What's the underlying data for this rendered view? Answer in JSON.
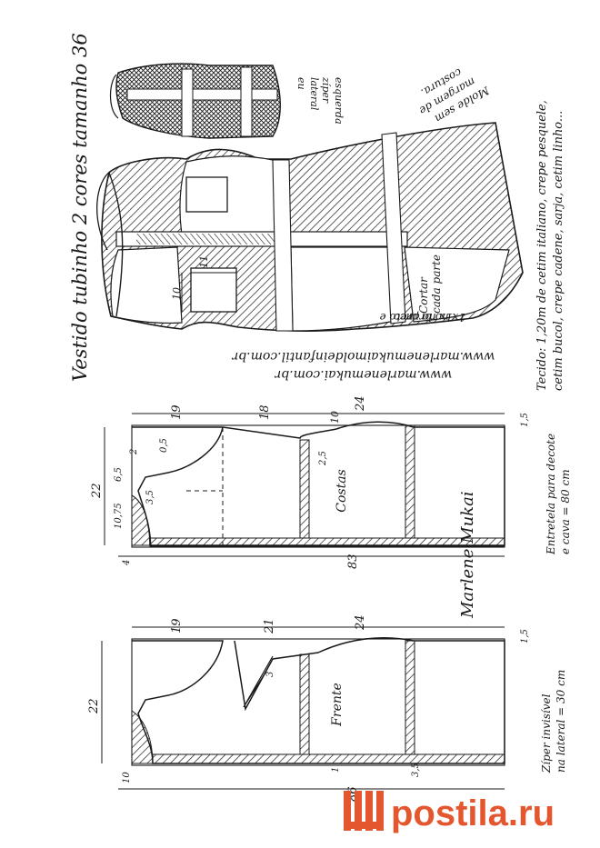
{
  "title": "Vestido tubinho 2 cores tamanho 36",
  "websites": [
    "www.marlenemukai.com.br",
    "www.marlenemukaimoldeinfantil.com.br"
  ],
  "fabric_note": [
    "Tecido: 1,20m de cetim italiano, crepe pesquele,",
    "cetim bucol, crepe cadene, sarja, cetim linho..."
  ],
  "cut_note": [
    "Cortar",
    "cada parte",
    "1x no preto e",
    "1x no branco"
  ],
  "margin_note": [
    "Molde sem",
    "margem de",
    "costura."
  ],
  "zipper_note_top": [
    "zíper",
    "lateral",
    "esquerda",
    "eu"
  ],
  "back": {
    "label": "Costas",
    "interfacing_note": [
      "Entretela para decote",
      "e cava = 80 cm"
    ]
  },
  "front": {
    "label": "Frente",
    "zipper_note": [
      "Zíper invisível",
      "na lateral = 30 cm"
    ]
  },
  "pocket_dims": [
    "10",
    "11"
  ],
  "measurements": {
    "back_total_length": "83",
    "front_total_length": "86",
    "shoulder_width": "22",
    "armhole_depth": "19",
    "back_waist": "18",
    "front_waist": "21",
    "hip": "24",
    "waist_drop": "10",
    "small": [
      "6,5",
      "10,75",
      "3,5",
      "4",
      "2",
      "0,5",
      "1,5",
      "2,5",
      "3",
      "1",
      "1,5",
      "3,5",
      "10"
    ]
  },
  "signature": "Marlene Mukai",
  "watermark": "postila.ru",
  "colors": {
    "ink": "#1a1a1a",
    "watermark": "#e4572e",
    "paper": "#ffffff"
  }
}
